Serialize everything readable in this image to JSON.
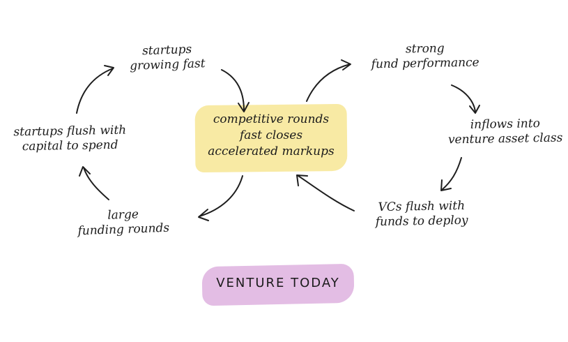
{
  "diagram": {
    "title": "VENTURE TODAY",
    "center": {
      "lines": [
        "competitive rounds",
        "fast closes",
        "accelerated markups"
      ],
      "highlight_color": "#f8eaa4"
    },
    "title_highlight_color": "#e3bde4",
    "nodes": {
      "startups_growing": [
        "startups",
        "growing fast"
      ],
      "fund_performance": [
        "strong",
        "fund performance"
      ],
      "inflows": [
        "inflows into",
        "venture asset class"
      ],
      "vcs_flush": [
        "VCs flush with",
        "funds to deploy"
      ],
      "large_rounds": [
        "large",
        "funding rounds"
      ],
      "startups_flush": [
        "startups flush with",
        "capital to spend"
      ]
    },
    "ink_color": "#1e1e1e"
  }
}
